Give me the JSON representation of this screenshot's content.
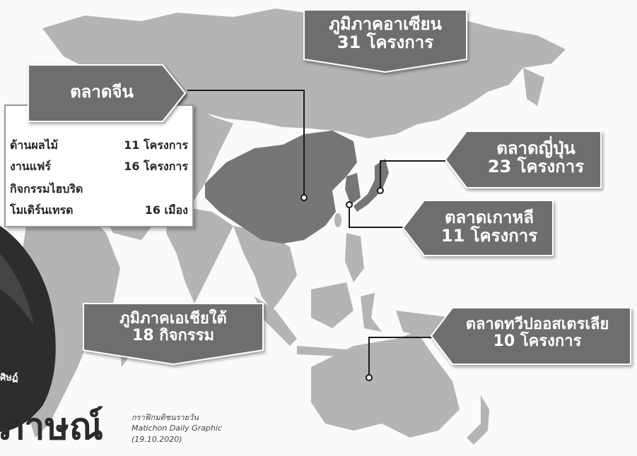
{
  "labels": {
    "asean": {
      "line1": "ภูมิภาคอาเซียน",
      "line2": "31 โครงการ"
    },
    "china": {
      "title": "ตลาดจีน"
    },
    "japan": {
      "line1": "ตลาดญี่ปุ่น",
      "line2": "23 โครงการ"
    },
    "korea": {
      "line1": "ตลาดเกาหลี",
      "line2": "11 โครงการ"
    },
    "south_asia": {
      "line1": "ภูมิภาคเอเชียใต้",
      "line2": "18 กิจกรรม"
    },
    "australia": {
      "line1": "ตลาดทวีปออสเตรเลีย",
      "line2": "10 โครงการ"
    }
  },
  "china_panel": {
    "rows": [
      {
        "name": "ด้านผลไม้",
        "value": "11 โครงการ"
      },
      {
        "name": "งานแฟร์",
        "value": "16 โครงการ"
      },
      {
        "name": "กิจกรรมไฮบริด",
        "value": ""
      },
      {
        "name": "โมเดิร์นเทรด",
        "value": "16 เมือง"
      }
    ]
  },
  "credit": {
    "line1": "กราฟิกมติชนรายวัน",
    "line2": "Matichon Daily Graphic",
    "line3": "(19.10.2020)"
  },
  "side_text": {
    "name_fragment": "ศิษฏ์",
    "headline_fragment": "ภาษณ์"
  },
  "colors": {
    "land": "#b4b4b4",
    "highlight": "#767676",
    "label_box": "#6e6e6e",
    "photo": "#2d2d2d"
  }
}
